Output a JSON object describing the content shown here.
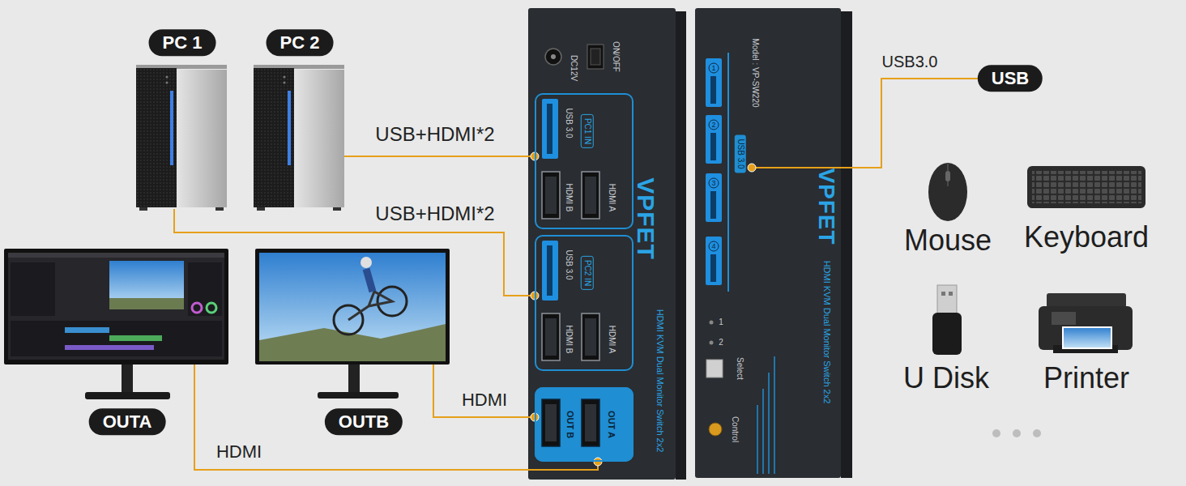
{
  "diagram": {
    "nodes": [
      {
        "text": [
          "PC 1"
        ]
      },
      {
        "text": [
          "PC 2"
        ]
      },
      {
        "text": [
          "OUTA"
        ]
      },
      {
        "text": [
          "OUTB"
        ]
      },
      {
        "text": [
          "ON/OFF",
          "DC12V",
          "VPFET",
          "HDMI KVM Dual Monitor Switch 2x2"
        ]
      },
      {
        "text": [
          "USB 3.0",
          "PC1 IN",
          "HDMI B",
          "HDMI A"
        ],
        "in": 4
      },
      {
        "text": [
          "USB 3.0",
          "PC2 IN",
          "HDMI B",
          "HDMI A"
        ],
        "in": 4
      },
      {
        "text": [
          "OUT B",
          "OUT A"
        ],
        "in": 4
      },
      {
        "text": [
          "Model : VP-SW220",
          "VPFET",
          "HDMI KVM Dual Monitor Switch 2x2",
          "1",
          "2",
          "Select",
          "Control"
        ]
      },
      {
        "text": [
          "1",
          "2",
          "3",
          "4",
          "USB 3.0"
        ],
        "in": 8
      },
      {
        "text": [
          "USB"
        ]
      },
      {
        "text": [
          "Mouse"
        ]
      },
      {
        "text": [
          "Keyboard"
        ]
      },
      {
        "text": [
          "U Disk"
        ]
      },
      {
        "text": [
          "Printer"
        ]
      }
    ],
    "edges": [
      {
        "from": 1,
        "to": 5,
        "label": "USB+HDMI*2",
        "arrow": "none"
      },
      {
        "from": 0,
        "to": 6,
        "label": "USB+HDMI*2",
        "arrow": "none"
      },
      {
        "from": 7,
        "to": 3,
        "label": "HDMI",
        "arrow": "none"
      },
      {
        "from": 7,
        "to": 2,
        "label": "HDMI",
        "arrow": "none"
      },
      {
        "from": 9,
        "to": 10,
        "label": "USB3.0",
        "arrow": "none"
      }
    ]
  }
}
